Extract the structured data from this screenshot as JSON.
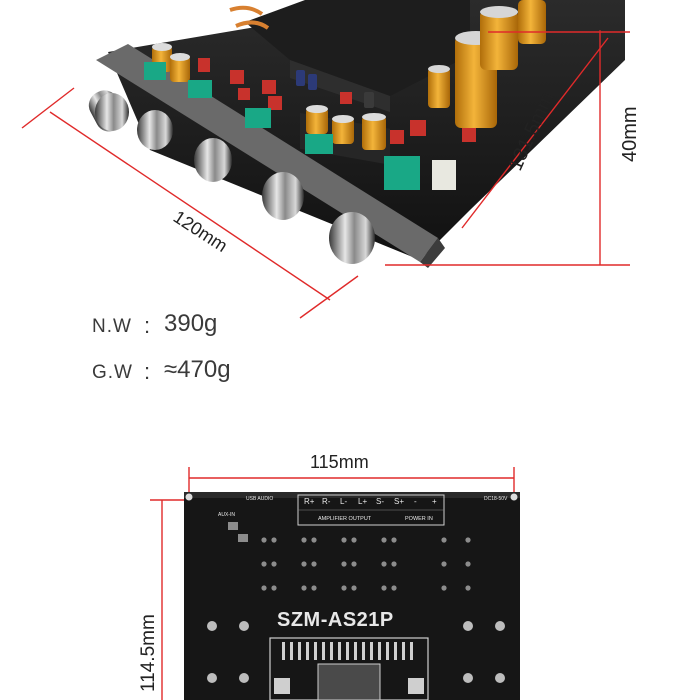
{
  "dimensions": {
    "width_top": "120mm",
    "diagonal": "131.5mm",
    "height": "40mm",
    "width_bottom": "115mm",
    "length_bottom": "114.5mm"
  },
  "specs": [
    {
      "key": "N.W",
      "value": "390g"
    },
    {
      "key": "G.W",
      "value": "≈470g"
    }
  ],
  "board": {
    "model": "SZM-AS21P",
    "top_labels": [
      "R+",
      "R-",
      "L-",
      "L+",
      "S-",
      "S+",
      "-",
      "+"
    ],
    "section_amp": "AMPLIFIER OUTPUT",
    "section_power": "POWER IN",
    "label_usb": "USB AUDIO",
    "label_aux": "AUX-IN",
    "label_dc": "DC18-50V"
  },
  "colors": {
    "dimension_line": "#e02a2a",
    "pcb": "#141414",
    "capacitor": "#e8a21e",
    "terminal": "#19a886",
    "knob": "#9a9a9a"
  }
}
